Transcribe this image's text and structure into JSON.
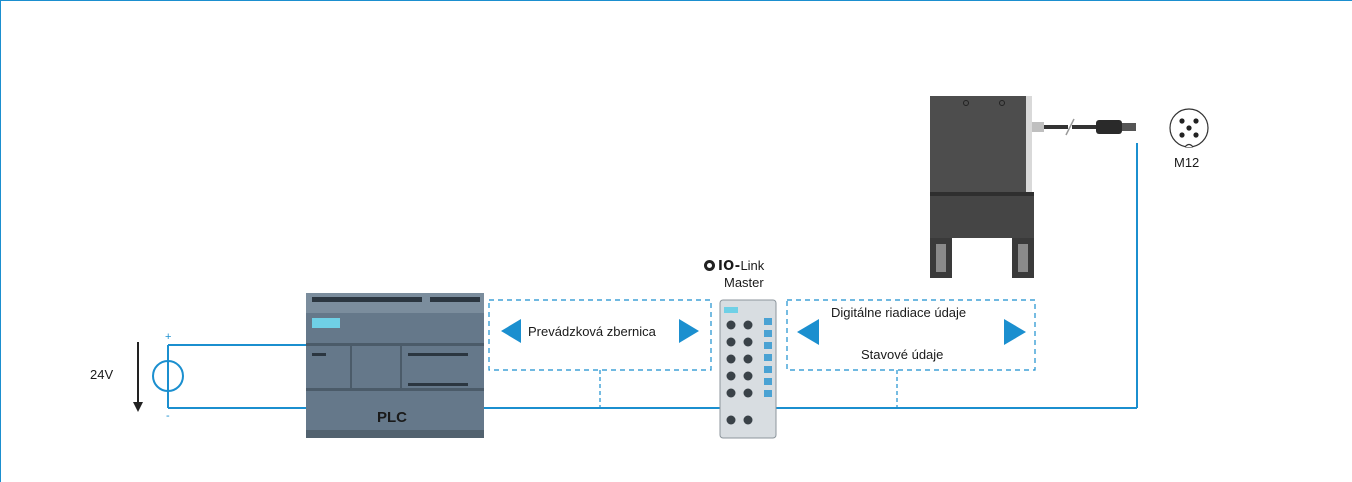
{
  "power_supply": {
    "voltage_label": "24V",
    "plus_label": "+",
    "minus_label": "-"
  },
  "plc": {
    "label": "PLC"
  },
  "fieldbus": {
    "label": "Prevádzková zbernica"
  },
  "io_link_master": {
    "brand_prefix": "IO-",
    "brand_suffix": "Link",
    "label": "Master"
  },
  "device_channel": {
    "control_label": "Digitálne riadiace údaje",
    "status_label": "Stavové údaje"
  },
  "connector": {
    "label": "M12"
  },
  "colors": {
    "accent": "#1b8fcf",
    "device_body": "#5b6c7a",
    "gripper_body": "#4a4a4a"
  }
}
